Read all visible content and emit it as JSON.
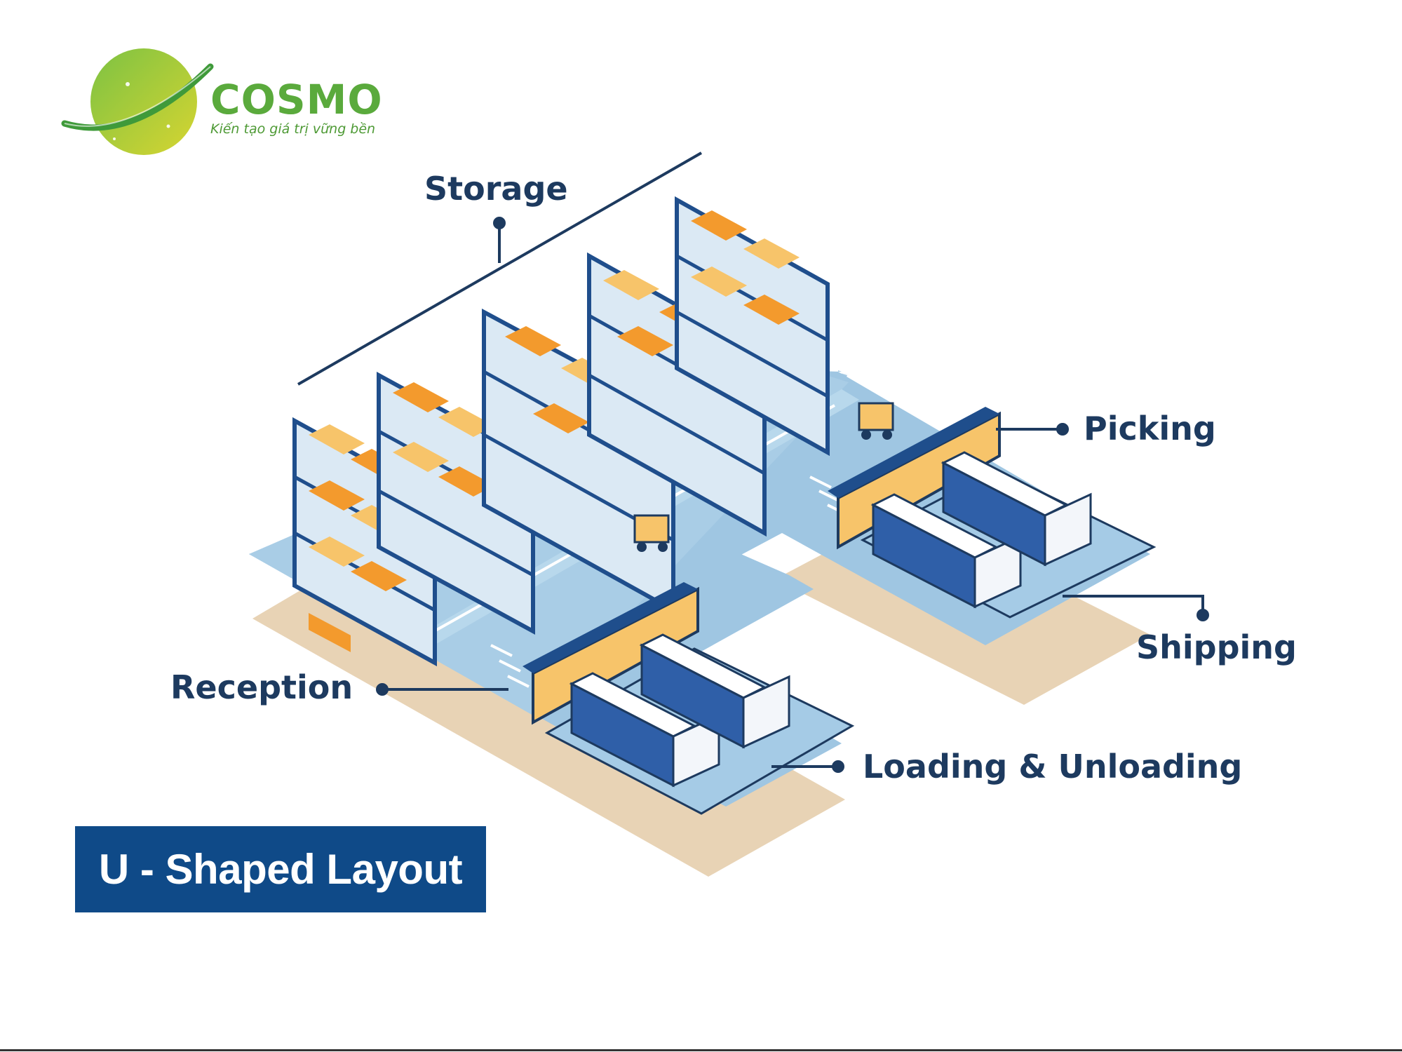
{
  "brand": {
    "name": "COSMO",
    "tagline": "Kiến tạo giá trị vững bền"
  },
  "zones": {
    "storage": "Storage",
    "picking": "Picking",
    "shipping": "Shipping",
    "reception": "Reception",
    "loading": "Loading & Unloading"
  },
  "layout_title": "U - Shaped Layout",
  "colors": {
    "navy": "#1d3a5f",
    "rack_blue": "#1f4e8c",
    "box_orange": "#f39a2d",
    "box_light": "#f7c46a",
    "floor_blue": "#9fc6e2",
    "ground_tan": "#e8d3b5",
    "banner": "#0f4a88",
    "brand_green": "#5aaa3c"
  }
}
